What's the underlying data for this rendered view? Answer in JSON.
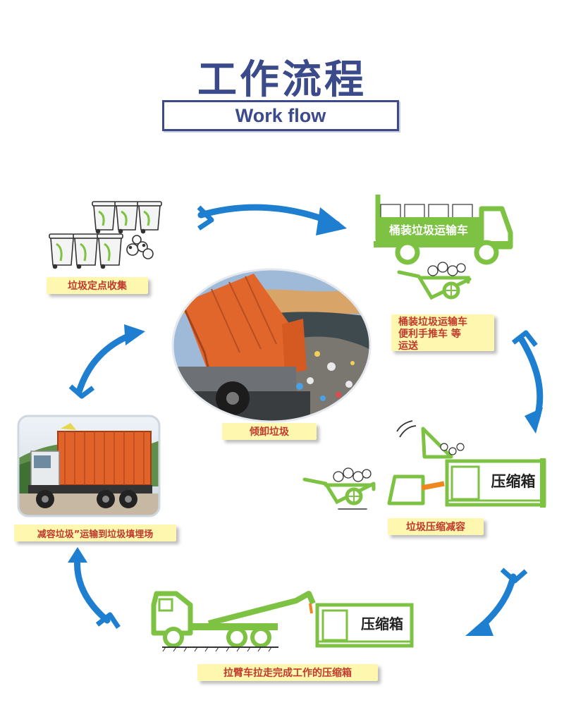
{
  "header": {
    "title": "工作流程",
    "subtitle": "Work flow"
  },
  "steps": [
    {
      "label": "垃圾定点收集"
    },
    {
      "label_lines": [
        "桶装垃圾运输车",
        "便利手推车 等",
        "运送"
      ]
    },
    {
      "label": "垃圾压缩减容"
    },
    {
      "label": "拉臂车拉走完成工作的压缩箱"
    },
    {
      "label": "减容垃圾”运输到垃圾填埋场"
    },
    {
      "label": "倾卸垃圾"
    }
  ],
  "illustrations": {
    "transport_truck_sign": "桶装垃圾运输车",
    "compressor_sign": "压缩箱",
    "hook_truck_box_sign": "压缩箱"
  },
  "colors": {
    "title": "#3a4a8a",
    "arrow": "#1e7fd0",
    "illustration_green": "#7dc242",
    "label_bg": "#fdf7b0",
    "label_text": "#c0392b",
    "truck_orange": "#d9541e"
  }
}
